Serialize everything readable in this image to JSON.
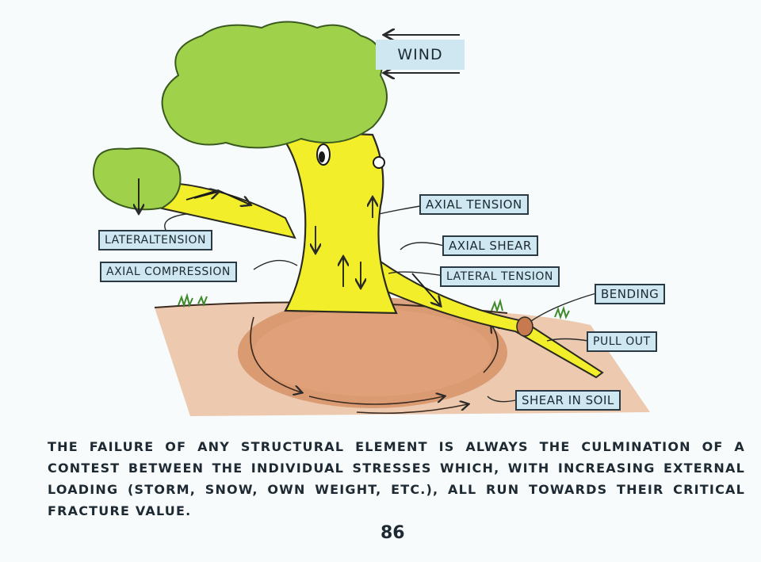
{
  "diagram": {
    "wind_label": "WIND",
    "labels": {
      "axial_tension": "AXIAL TENSION",
      "axial_shear": "AXIAL SHEAR",
      "lateral_tension_right": "LATERAL TENSION",
      "lateral_tension_left": "LATERALTENSION",
      "axial_compression": "AXIAL COMPRESSION",
      "bending": "BENDING",
      "pull_out": "PULL OUT",
      "shear_in_soil": "SHEAR IN SOIL"
    },
    "colors": {
      "foliage": "#9fd24a",
      "trunk": "#f2ee2a",
      "soil": "#e0a07a",
      "soil_dark": "#c7794f",
      "label_fill": "#cfe7f0",
      "ink": "#2a3a44"
    }
  },
  "caption": {
    "text": "THE FAILURE OF ANY STRUCTURAL ELEMENT IS ALWAYS THE CULMINATION OF A CONTEST BETWEEN THE INDIVIDUAL STRESSES WHICH, WITH INCREASING EXTERNAL LOADING (STORM, SNOW, OWN WEIGHT, ETC.), ALL RUN TOWARDS THEIR CRITICAL FRACTURE VALUE."
  },
  "page_number": "86"
}
